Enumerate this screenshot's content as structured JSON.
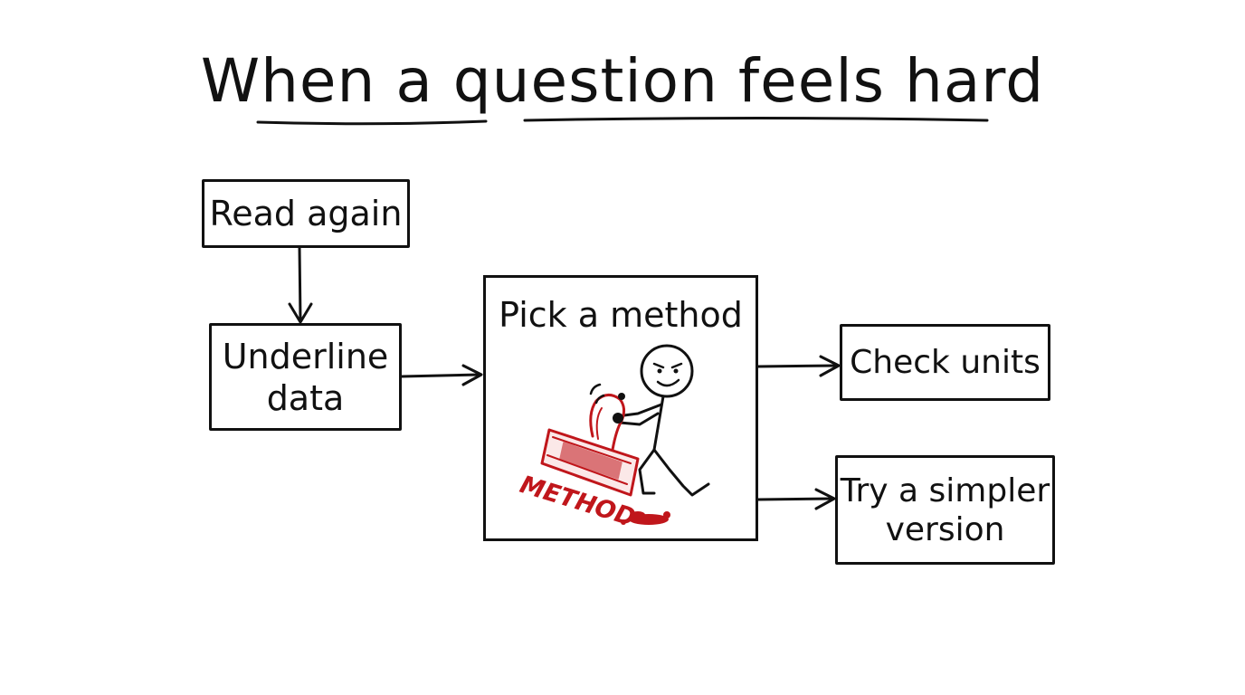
{
  "title": "When a question feels hard",
  "boxes": {
    "read_again": "Read again",
    "underline_data_line1": "Underline",
    "underline_data_line2": "data",
    "pick_method": "Pick a method",
    "check_units": "Check units",
    "try_simpler_line1": "Try a simpler",
    "try_simpler_line2": "version"
  },
  "illustration": {
    "stamp_text": "METHOD",
    "stamp_color": "#c0161b",
    "ink_color": "#111111"
  }
}
